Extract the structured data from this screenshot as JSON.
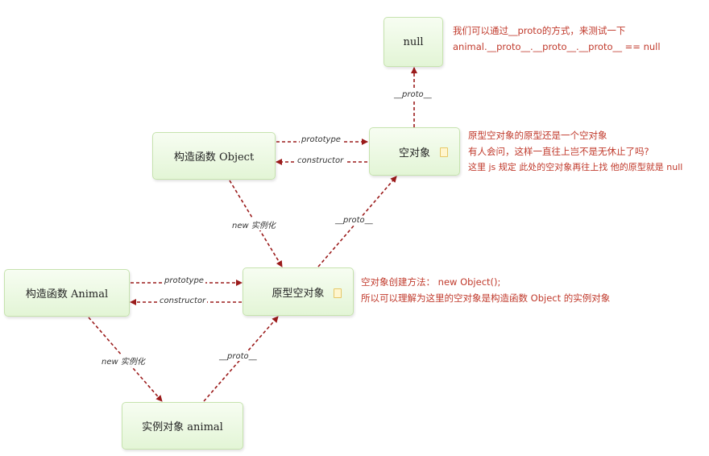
{
  "nodes": {
    "null": "null",
    "empty": "空对象",
    "object_ctor": "构造函数 Object",
    "proto_empty": "原型空对象",
    "animal_ctor": "构造函数 Animal",
    "instance": "实例对象  animal"
  },
  "edges": {
    "proto_null": "__proto__",
    "prototype_top": "prototype",
    "constructor_top": "constructor",
    "new_top": "new  实例化",
    "proto_mid": "__proto__",
    "prototype_bottom": "prototype",
    "constructor_bottom": "constructor",
    "new_bottom": "new  实例化",
    "proto_bottom": "__proto__"
  },
  "annotations": {
    "null_note": [
      "我们可以通过__proto的方式，来测试一下",
      "animal.__proto__.__proto__.__proto__   == null"
    ],
    "empty_note": [
      "原型空对象的原型还是一个空对象",
      "有人会问，这样一直往上岂不是无休止了吗?",
      "这里 js 规定 此处的空对象再往上找 他的原型就是 null"
    ],
    "proto_note": [
      "空对象创建方法： new Object();",
      "所以可以理解为这里的空对象是构造函数 Object 的实例对象"
    ]
  },
  "colors": {
    "node_fill": "#e3f5d6",
    "node_border": "#c6e3ae",
    "edge": "#9b1b1b",
    "annotation": "#c0392b"
  }
}
